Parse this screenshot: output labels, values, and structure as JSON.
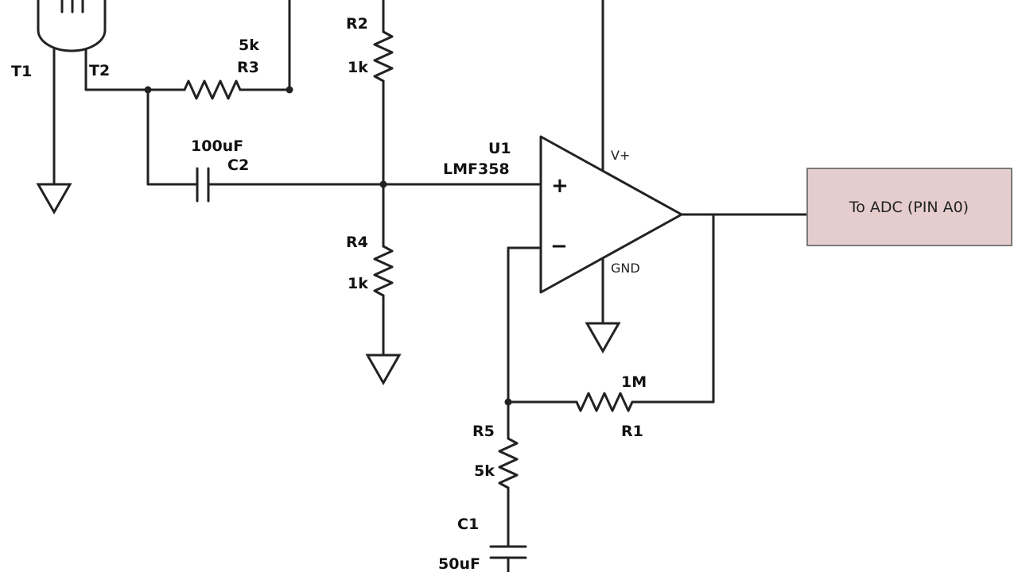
{
  "components": {
    "t1": "T1",
    "t2": "T2",
    "r3_value": "5k",
    "r3": "R3",
    "r2": "R2",
    "r2_value": "1k",
    "c2_value": "100uF",
    "c2": "C2",
    "u1": "U1",
    "u1_part": "LMF358",
    "vplus": "V+",
    "gnd": "GND",
    "plus": "+",
    "minus": "−",
    "r4": "R4",
    "r4_value": "1k",
    "r1_value": "1M",
    "r1": "R1",
    "r5": "R5",
    "r5_value": "5k",
    "c1": "C1",
    "c1_value": "50uF"
  },
  "adc_label": "To ADC (PIN A0)",
  "colors": {
    "adc_fill": "#e5cdcd",
    "adc_border": "#7a7a7a",
    "wire": "#222222"
  }
}
